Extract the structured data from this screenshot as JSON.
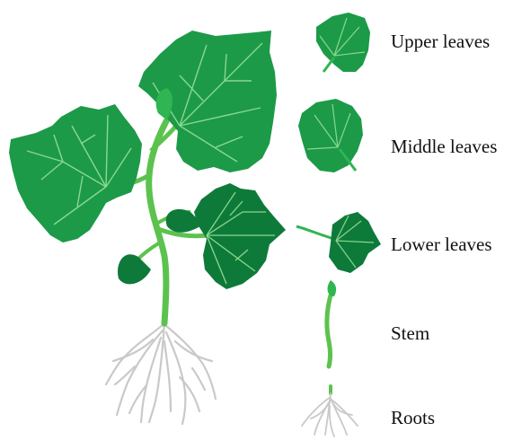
{
  "labels": {
    "upper": "Upper leaves",
    "middle": "Middle leaves",
    "lower": "Lower leaves",
    "stem": "Stem",
    "roots": "Roots"
  },
  "colors": {
    "leaf_dark": "#0e7a3a",
    "leaf_mid": "#1c9a48",
    "leaf_light": "#2fb552",
    "vein": "#8ad88e",
    "stem": "#5cc24e",
    "root": "#c9c9c9"
  }
}
